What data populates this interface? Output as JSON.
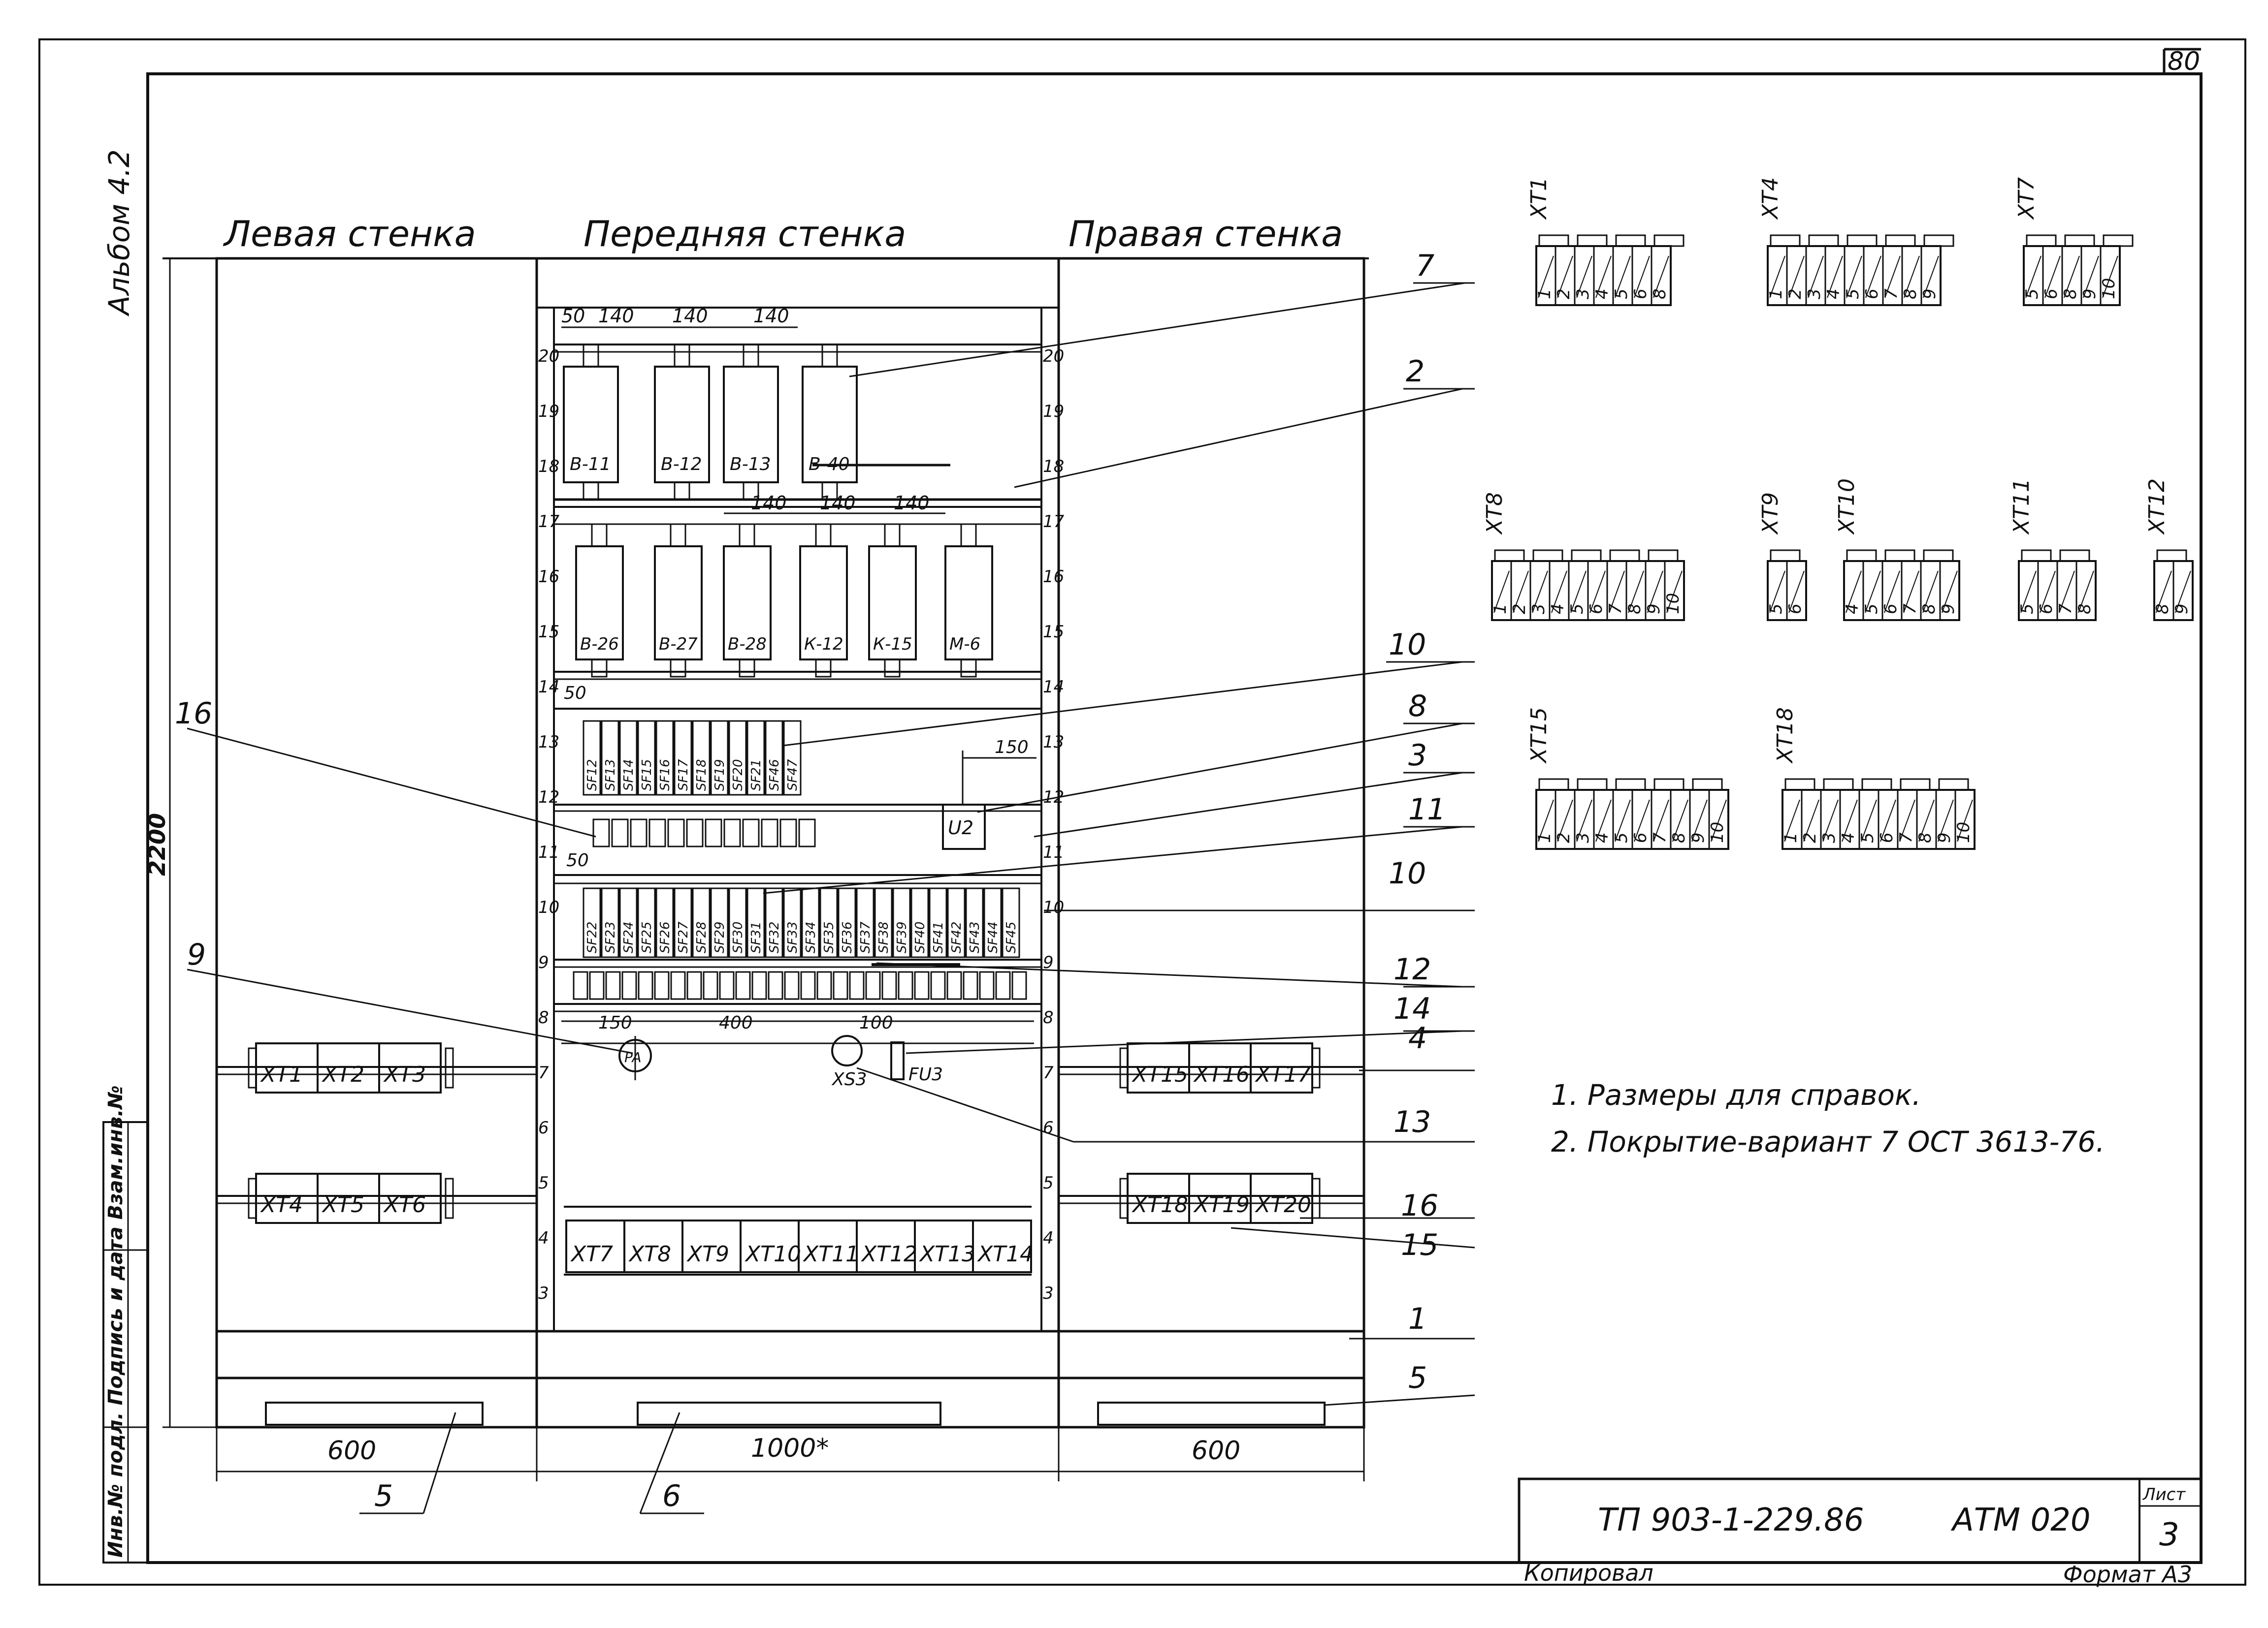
{
  "sheet": {
    "page_no": "80",
    "album": "Альбом 4.2",
    "sheet_label": "Лист",
    "sheet_number": "3",
    "doc_code": "ТП 903-1-229.86",
    "doc_mark": "АТМ 020",
    "copied_by": "Копировал",
    "format": "Формат А3",
    "stamp_side": "Инв.№ подл. Подпись и дата Взам.инв.№"
  },
  "walls": {
    "left": "Левая стенка",
    "front": "Передняя стенка",
    "right": "Правая стенка"
  },
  "dimensions": {
    "height": "2200",
    "left_width": "600",
    "front_width": "1000*",
    "right_width": "600",
    "top_row": [
      "50",
      "140",
      "140",
      "140"
    ],
    "mid_row": [
      "140",
      "140",
      "140"
    ],
    "d150": "150",
    "d50a": "50",
    "d50b": "50",
    "d150b": "150",
    "d400": "400",
    "d100": "100"
  },
  "rows": [
    "20",
    "19",
    "18",
    "17",
    "16",
    "15",
    "14",
    "13",
    "12",
    "11",
    "10",
    "9",
    "8",
    "7",
    "6",
    "5",
    "4",
    "3"
  ],
  "devices_top": [
    "В-11",
    "В-12",
    "В-13",
    "В-40"
  ],
  "devices_mid": [
    "В-26",
    "В-27",
    "В-28",
    "К-12",
    "К-15",
    "М-6"
  ],
  "devices_misc": {
    "u": "U2",
    "pa": "PA",
    "xs": "XS3",
    "fu": "FU3"
  },
  "sf_upper": [
    "SF12",
    "SF13",
    "SF14",
    "SF15",
    "SF16",
    "SF17",
    "SF18",
    "SF19",
    "SF20",
    "SF21",
    "SF46",
    "SF47"
  ],
  "sf_lower": [
    "SF22",
    "SF23",
    "SF24",
    "SF25",
    "SF26",
    "SF27",
    "SF28",
    "SF29",
    "SF30",
    "SF31",
    "SF32",
    "SF33",
    "SF34",
    "SF35",
    "SF36",
    "SF37",
    "SF38",
    "SF39",
    "SF40",
    "SF41",
    "SF42",
    "SF43",
    "SF44",
    "SF45"
  ],
  "terminals": {
    "left_upper": [
      "XT1",
      "XT2",
      "XT3"
    ],
    "left_lower": [
      "XT4",
      "XT5",
      "XT6"
    ],
    "front_bottom": [
      "XT7",
      "XT8",
      "XT9",
      "XT10",
      "XT11",
      "XT12",
      "XT13",
      "XT14"
    ],
    "right_upper": [
      "XT15",
      "XT16",
      "XT17"
    ],
    "right_lower": [
      "XT18",
      "XT19",
      "XT20"
    ]
  },
  "callouts": {
    "c7": "7",
    "c2": "2",
    "c10a": "10",
    "c8": "8",
    "c3": "3",
    "c11": "11",
    "c10b": "10",
    "c12": "12",
    "c14": "14",
    "c4": "4",
    "c13": "13",
    "c16r": "16",
    "c15": "15",
    "c1": "1",
    "c5r": "5",
    "c16l": "16",
    "c9": "9",
    "c5b": "5",
    "c6": "6"
  },
  "strips": [
    {
      "label": "XT1",
      "nums": [
        "1",
        "2",
        "3",
        "4",
        "5",
        "6",
        "8"
      ]
    },
    {
      "label": "XT4",
      "nums": [
        "1",
        "2",
        "3",
        "4",
        "5",
        "6",
        "7",
        "8",
        "9"
      ]
    },
    {
      "label": "XT7",
      "nums": [
        "5",
        "6",
        "8",
        "9",
        "10"
      ]
    },
    {
      "label": "XT8",
      "nums": [
        "1",
        "2",
        "3",
        "4",
        "5",
        "6",
        "7",
        "8",
        "9",
        "10"
      ]
    },
    {
      "label": "XT9",
      "nums": [
        "5",
        "6"
      ]
    },
    {
      "label": "XT10",
      "nums": [
        "4",
        "5",
        "6",
        "7",
        "8",
        "9"
      ]
    },
    {
      "label": "XT11",
      "nums": [
        "5",
        "6",
        "7",
        "8"
      ]
    },
    {
      "label": "XT12",
      "nums": [
        "8",
        "9"
      ]
    },
    {
      "label": "XT15",
      "nums": [
        "1",
        "2",
        "3",
        "4",
        "5",
        "6",
        "7",
        "8",
        "9",
        "10"
      ]
    },
    {
      "label": "XT18",
      "nums": [
        "1",
        "2",
        "3",
        "4",
        "5",
        "6",
        "7",
        "8",
        "9",
        "10"
      ]
    }
  ],
  "notes": [
    "1. Размеры для справок.",
    "2. Покрытие-вариант 7 ОСТ 3613-76."
  ]
}
